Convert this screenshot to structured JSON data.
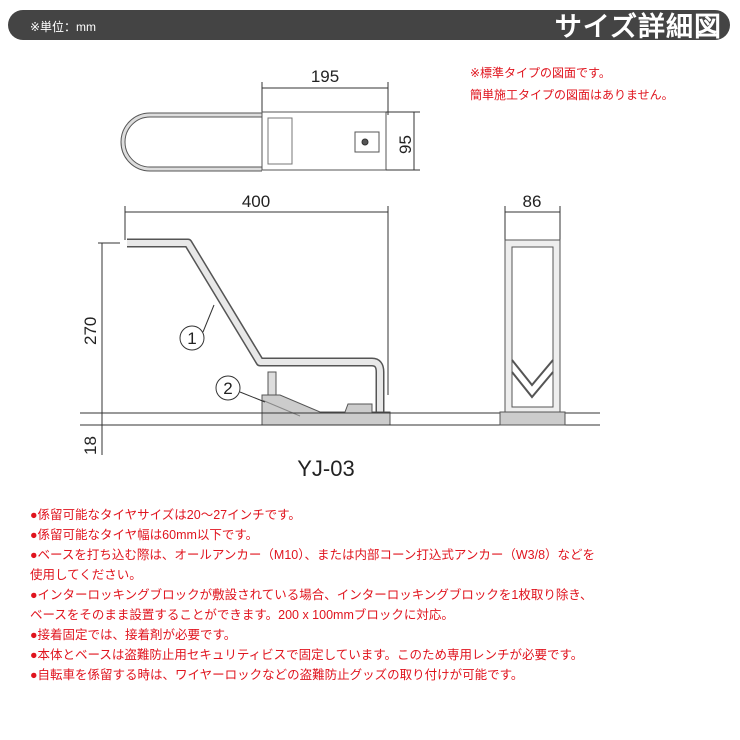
{
  "header": {
    "unit": "※単位：mm",
    "title": "サイズ詳細図"
  },
  "notes": [
    "※標準タイプの図面です。",
    "簡単施工タイプの図面はありません。"
  ],
  "dimensions": {
    "top_width": "195",
    "top_depth": "95",
    "side_length": "400",
    "side_height": "270",
    "base_height": "18",
    "front_width": "86"
  },
  "callouts": [
    "1",
    "2"
  ],
  "model": "YJ-03",
  "bullets": [
    "●係留可能なタイヤサイズは20～27インチです。",
    "●係留可能なタイヤ幅は60mm以下です。",
    "●ベースを打ち込む際は、オールアンカー（M10）、または内部コーン打込式アンカー（W3/8）などを",
    "使用してください。",
    "●インターロッキングブロックが敷設されている場合、インターロッキングブロックを1枚取り除き、",
    "ベースをそのまま設置することができます。200 x 100mmブロックに対応。",
    "●接着固定では、接着剤が必要です。",
    "●本体とベースは盗難防止用セキュリティビスで固定しています。このため専用レンチが必要です。",
    "●自転車を係留する時は、ワイヤーロックなどの盗難防止グッズの取り付けが可能です。"
  ]
}
